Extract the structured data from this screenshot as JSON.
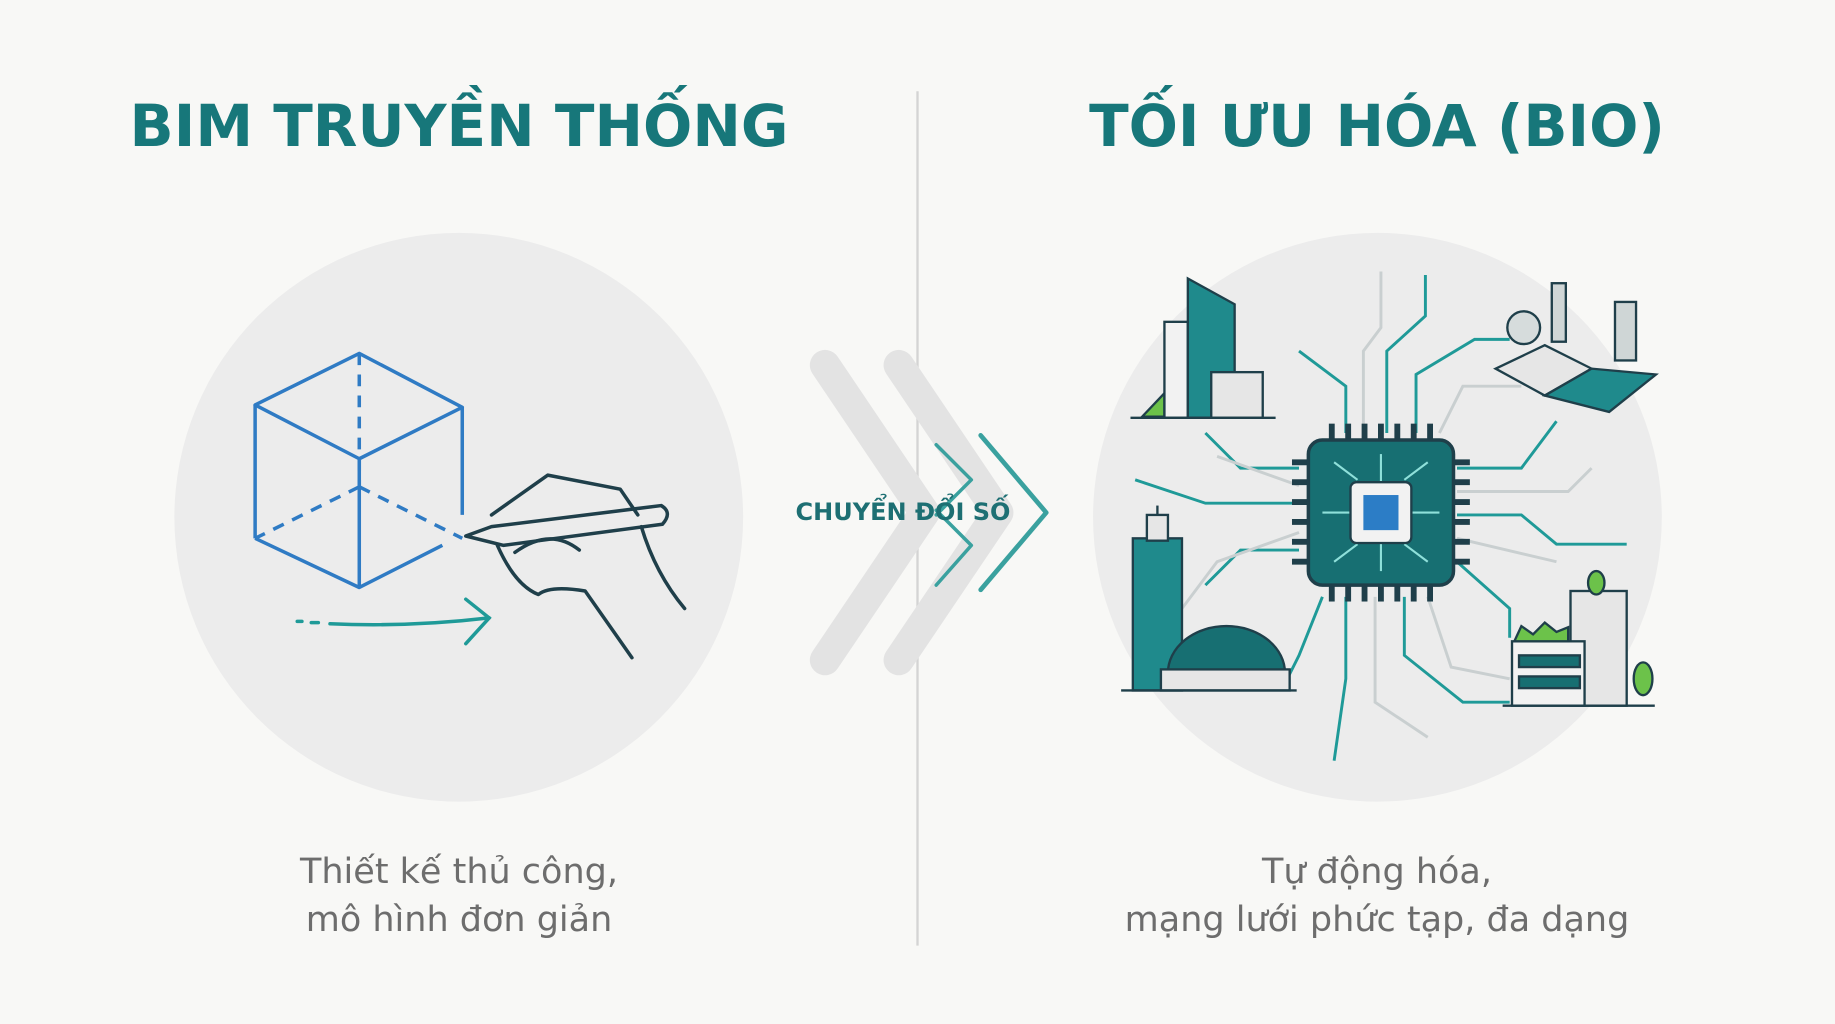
{
  "left": {
    "title": "BIM TRUYỀN THỐNG",
    "caption": [
      "Thiết kế thủ công,",
      "mô hình đơn giản"
    ],
    "icons": [
      "cube-wireframe-icon",
      "hand-drawing-icon",
      "arrow-right-icon"
    ]
  },
  "right": {
    "title": "TỐI ƯU HÓA (BIO)",
    "caption": [
      "Tự động hóa,",
      "mạng lưới phức tạp, đa dạng"
    ],
    "icons": [
      "microchip-icon",
      "skyscraper-icon",
      "factory-icon",
      "tower-dome-icon",
      "green-building-icon"
    ]
  },
  "transition": {
    "label": "CHUYỂN ĐỔI SỐ",
    "icon": "double-chevron-right-icon"
  },
  "colors": {
    "title": "#17777a",
    "cube": "#2f7bc4",
    "teal": "#1f8a8c",
    "chip": "#176f72",
    "circle": "#ececec",
    "caption": "#6d6d6d",
    "green": "#6cc24a"
  }
}
